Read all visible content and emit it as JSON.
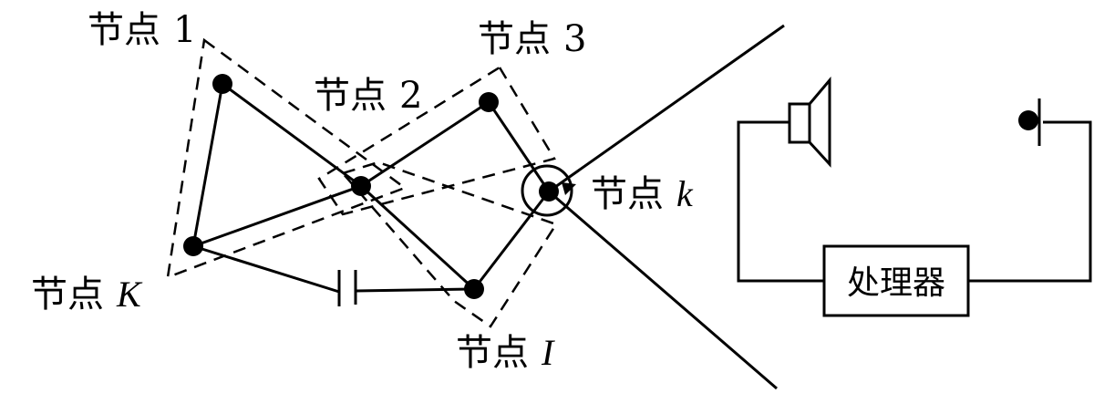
{
  "nodes": {
    "node1": {
      "prefix": "节点",
      "suffix": "1"
    },
    "node2": {
      "prefix": "节点",
      "suffix": "2"
    },
    "node3": {
      "prefix": "节点",
      "suffix": "3"
    },
    "nodeK": {
      "prefix": "节点",
      "suffix": "K"
    },
    "nodeI": {
      "prefix": "节点",
      "suffix": "I"
    },
    "nodek": {
      "prefix": "节点",
      "suffix": "k"
    }
  },
  "processor": {
    "label": "处理器"
  },
  "icons": {
    "speaker": "speaker-icon",
    "sensor": "sensor-icon",
    "capacitor": "capacitor-icon"
  }
}
